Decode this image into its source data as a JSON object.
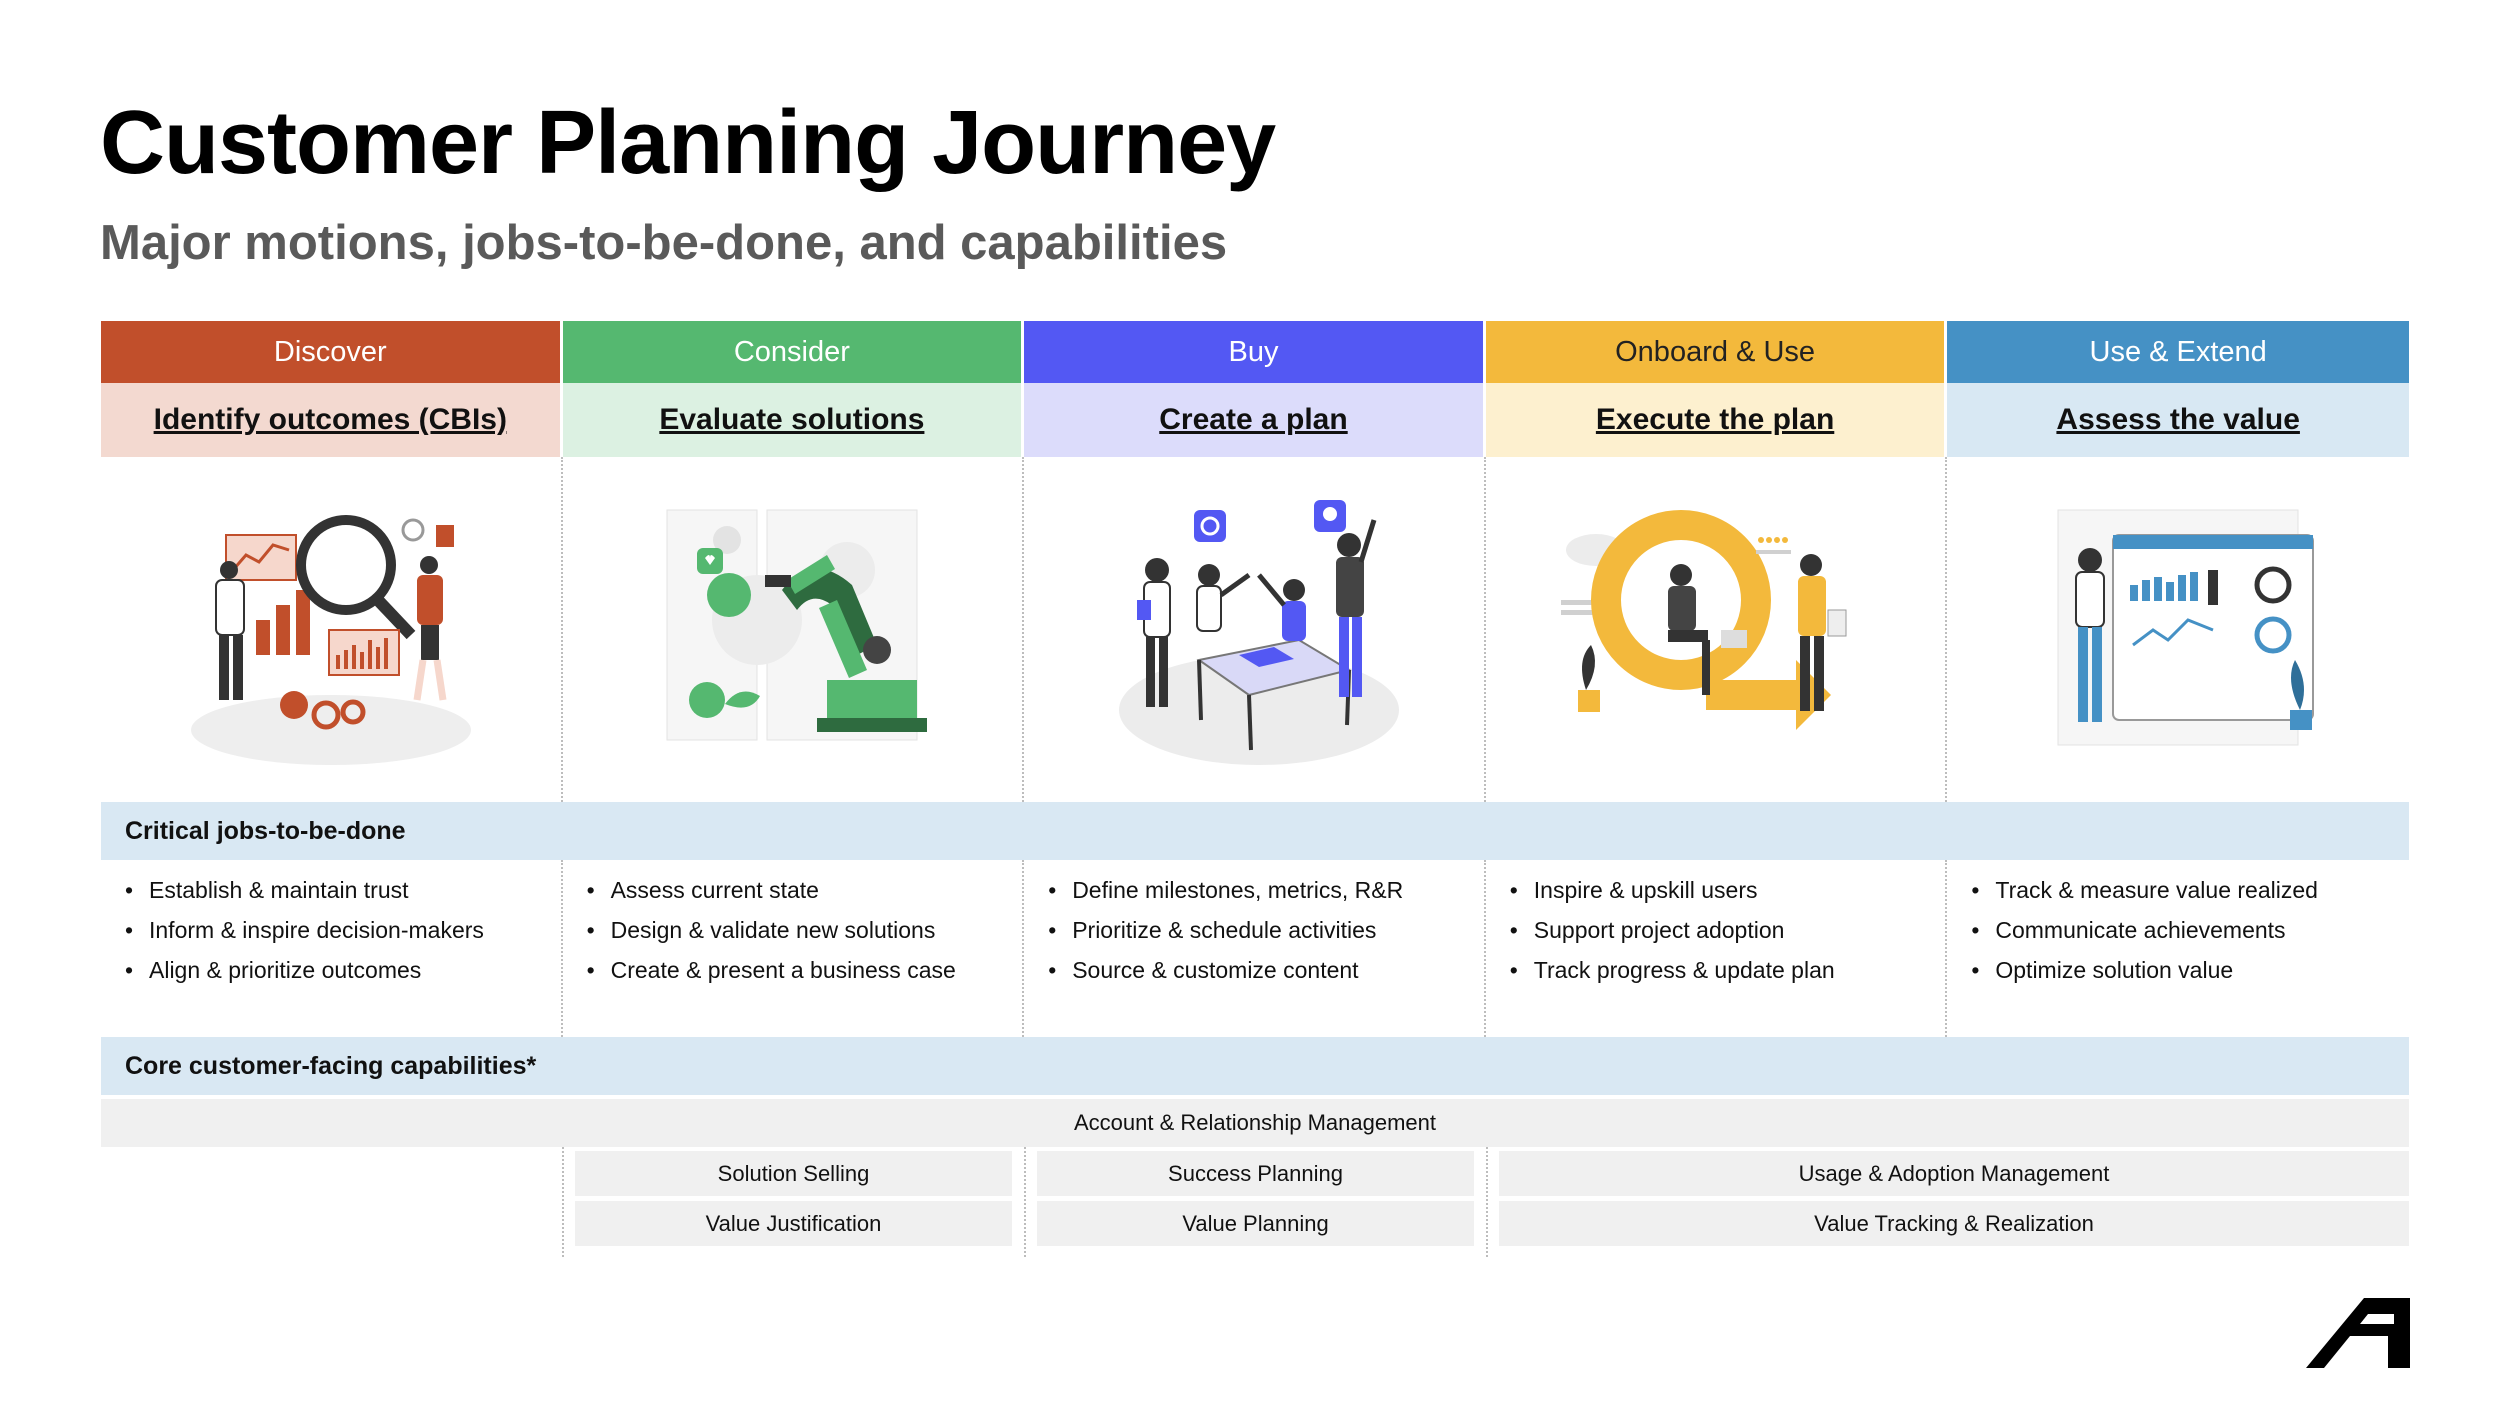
{
  "title": "Customer Planning Journey",
  "subtitle": "Major motions, jobs-to-be-done, and capabilities",
  "phases": [
    {
      "name": "Discover",
      "color": "#c14f2b",
      "goal": "Identify outcomes (CBIs)",
      "goal_bg": "#f3d9d0",
      "illustration": "business-analysis-illustration"
    },
    {
      "name": "Consider",
      "color": "#55b870",
      "goal": "Evaluate solutions",
      "goal_bg": "#dcf1e2",
      "illustration": "robot-arm-illustration"
    },
    {
      "name": "Buy",
      "color": "#5358f3",
      "goal": "Create a plan",
      "goal_bg": "#dcdcfb",
      "illustration": "team-high-five-illustration"
    },
    {
      "name": "Onboard & Use",
      "color": "#f3b93c",
      "goal": "Execute the plan",
      "goal_bg": "#fdf0cf",
      "illustration": "progress-cycle-illustration"
    },
    {
      "name": "Use & Extend",
      "color": "#4591c5",
      "goal": "Assess the value",
      "goal_bg": "#d8e8f3",
      "illustration": "dashboard-review-illustration"
    }
  ],
  "jobs_heading": "Critical jobs-to-be-done",
  "jobs": [
    [
      "Establish & maintain trust",
      "Inform & inspire decision-makers",
      "Align & prioritize outcomes"
    ],
    [
      "Assess current state",
      "Design & validate new solutions",
      "Create & present a business case"
    ],
    [
      "Define milestones, metrics, R&R",
      "Prioritize & schedule activities",
      "Source & customize content"
    ],
    [
      "Inspire & upskill users",
      "Support project adoption",
      "Track progress & update plan"
    ],
    [
      "Track & measure value realized",
      "Communicate achievements",
      "Optimize solution value"
    ]
  ],
  "capabilities_heading": "Core customer-facing capabilities*",
  "capabilities": {
    "account": "Account & Relationship Management",
    "solution_selling": "Solution Selling",
    "value_justification": "Value Justification",
    "success_planning": "Success Planning",
    "value_planning": "Value Planning",
    "usage_adoption": "Usage & Adoption Management",
    "value_tracking": "Value Tracking & Realization"
  },
  "logo_icon": "brand-logo-icon"
}
